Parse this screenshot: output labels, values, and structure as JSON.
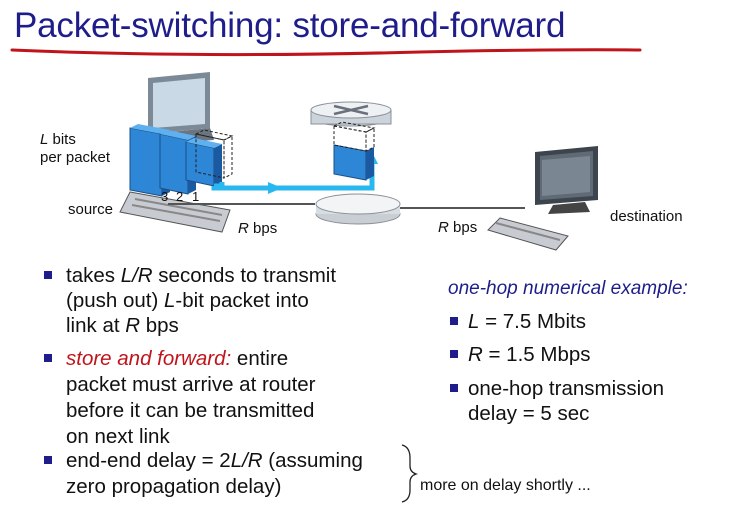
{
  "title": "Packet-switching: store-and-forward",
  "diagram": {
    "packet_label_part1": "L",
    "packet_label_part2": " bits",
    "packet_label_line2": "per packet",
    "source_label": "source",
    "destination_label": "destination",
    "packet_numbers": [
      "3",
      "2",
      "1"
    ],
    "link_rate_left_var": "R",
    "link_rate_left_unit": " bps",
    "link_rate_right_var": "R",
    "link_rate_right_unit": " bps"
  },
  "left_bullets": {
    "b1_l1_a": "takes ",
    "b1_l1_var": "L/R",
    "b1_l1_b": " seconds to transmit",
    "b1_l2_a": "(push out) ",
    "b1_l2_var": "L",
    "b1_l2_b": "-bit packet into",
    "b1_l3_a": "link at ",
    "b1_l3_var": "R",
    "b1_l3_b": " bps",
    "b2_l1_red": "store and forward:",
    "b2_l1_b": " entire",
    "b2_l2": "packet must  arrive at router",
    "b2_l3": "before it can be transmitted",
    "b2_l4": "on next link",
    "b3_l1_a": "end-end delay = 2",
    "b3_l1_var": "L/R",
    "b3_l1_b": " (assuming",
    "b3_l2": "zero propagation delay)"
  },
  "right_panel": {
    "heading": "one-hop numerical example:",
    "r1_var": "L",
    "r1_rest": " = 7.5 Mbits",
    "r2_var": "R",
    "r2_rest": " = 1.5 Mbps",
    "r3_l1": "one-hop transmission",
    "r3_l2": "delay = 5 sec"
  },
  "footnote": "more on delay shortly ...",
  "colors": {
    "title": "#1f1d8a",
    "underline": "#c0141b",
    "accent_blue": "#1f1d8a",
    "packet_blue": "#2e86d6",
    "link_cyan": "#28b7ee",
    "red_text": "#c0141b"
  }
}
